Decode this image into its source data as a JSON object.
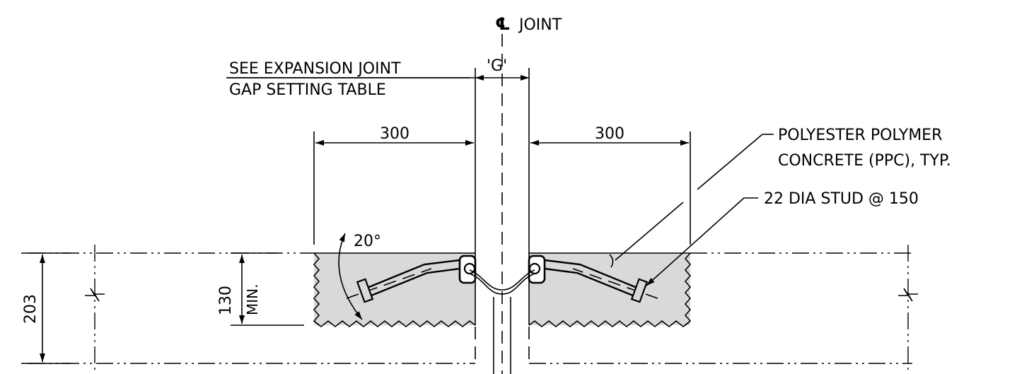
{
  "labels": {
    "cl_symbol": "℄",
    "joint": "JOINT",
    "gap": "'G'",
    "see_table_line1": "SEE EXPANSION JOINT",
    "see_table_line2": "GAP SETTING TABLE",
    "dim_left": "300",
    "dim_right": "300",
    "ppc_line1": "POLYESTER POLYMER",
    "ppc_line2": "CONCRETE (PPC), TYP.",
    "stud": "22 DIA STUD @ 150",
    "angle": "20°",
    "depth_value": "130",
    "depth_min": "MIN.",
    "slab_thickness": "203"
  },
  "colors": {
    "line": "#000000",
    "concrete_fill": "#d9d9d9",
    "background": "#ffffff"
  }
}
